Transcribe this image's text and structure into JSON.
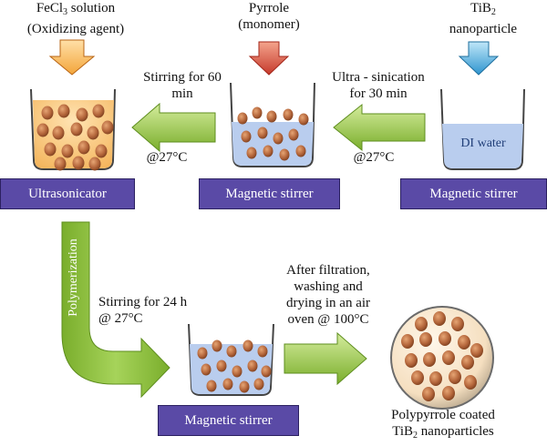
{
  "reagents": {
    "fecl3": {
      "line1_pre": "FeCl",
      "line1_sub": "3",
      "line1_post": " solution",
      "line2": "(Oxidizing agent)"
    },
    "pyrrole": {
      "line1": "Pyrrole",
      "line2": "(monomer)"
    },
    "tib2": {
      "line1_pre": "TiB",
      "line1_sub": "2",
      "line2": "nanoparticle"
    }
  },
  "colors": {
    "fecl3_arrow": "#e8892a",
    "pyrrole_arrow": "#d85a4a",
    "tib2_arrow": "#4aa8d8",
    "process_arrow": "#8bbf3c",
    "stage_bar": "#5a4aa6",
    "water": "#b9cdee",
    "orange_solution": "#f7c27a",
    "particle": "#b5673c"
  },
  "steps": {
    "ultrasonication": {
      "line1": "Ultra - sinication",
      "line2": "for 30 min",
      "temp": "@27°C"
    },
    "stirring60": {
      "line1": "Stirring for 60",
      "line2": "min",
      "temp": "@27°C"
    },
    "polymerization": {
      "label": "Polymerization",
      "line1": "Stirring for 24 h",
      "line2": "@ 27°C"
    },
    "filtration": {
      "line1": "After filtration,",
      "line2": "washing and",
      "line3": "drying in an air",
      "line4": "oven @ 100°C"
    }
  },
  "containers": {
    "di_water": "DI water"
  },
  "stages": {
    "left": "Ultrasonicator",
    "middle": "Magnetic stirrer",
    "right": "Magnetic stirrer",
    "bottom": "Magnetic stirrer"
  },
  "product": {
    "line1": "Polypyrrole coated",
    "line2_pre": "TiB",
    "line2_sub": "2",
    "line2_post": " nanoparticles"
  }
}
